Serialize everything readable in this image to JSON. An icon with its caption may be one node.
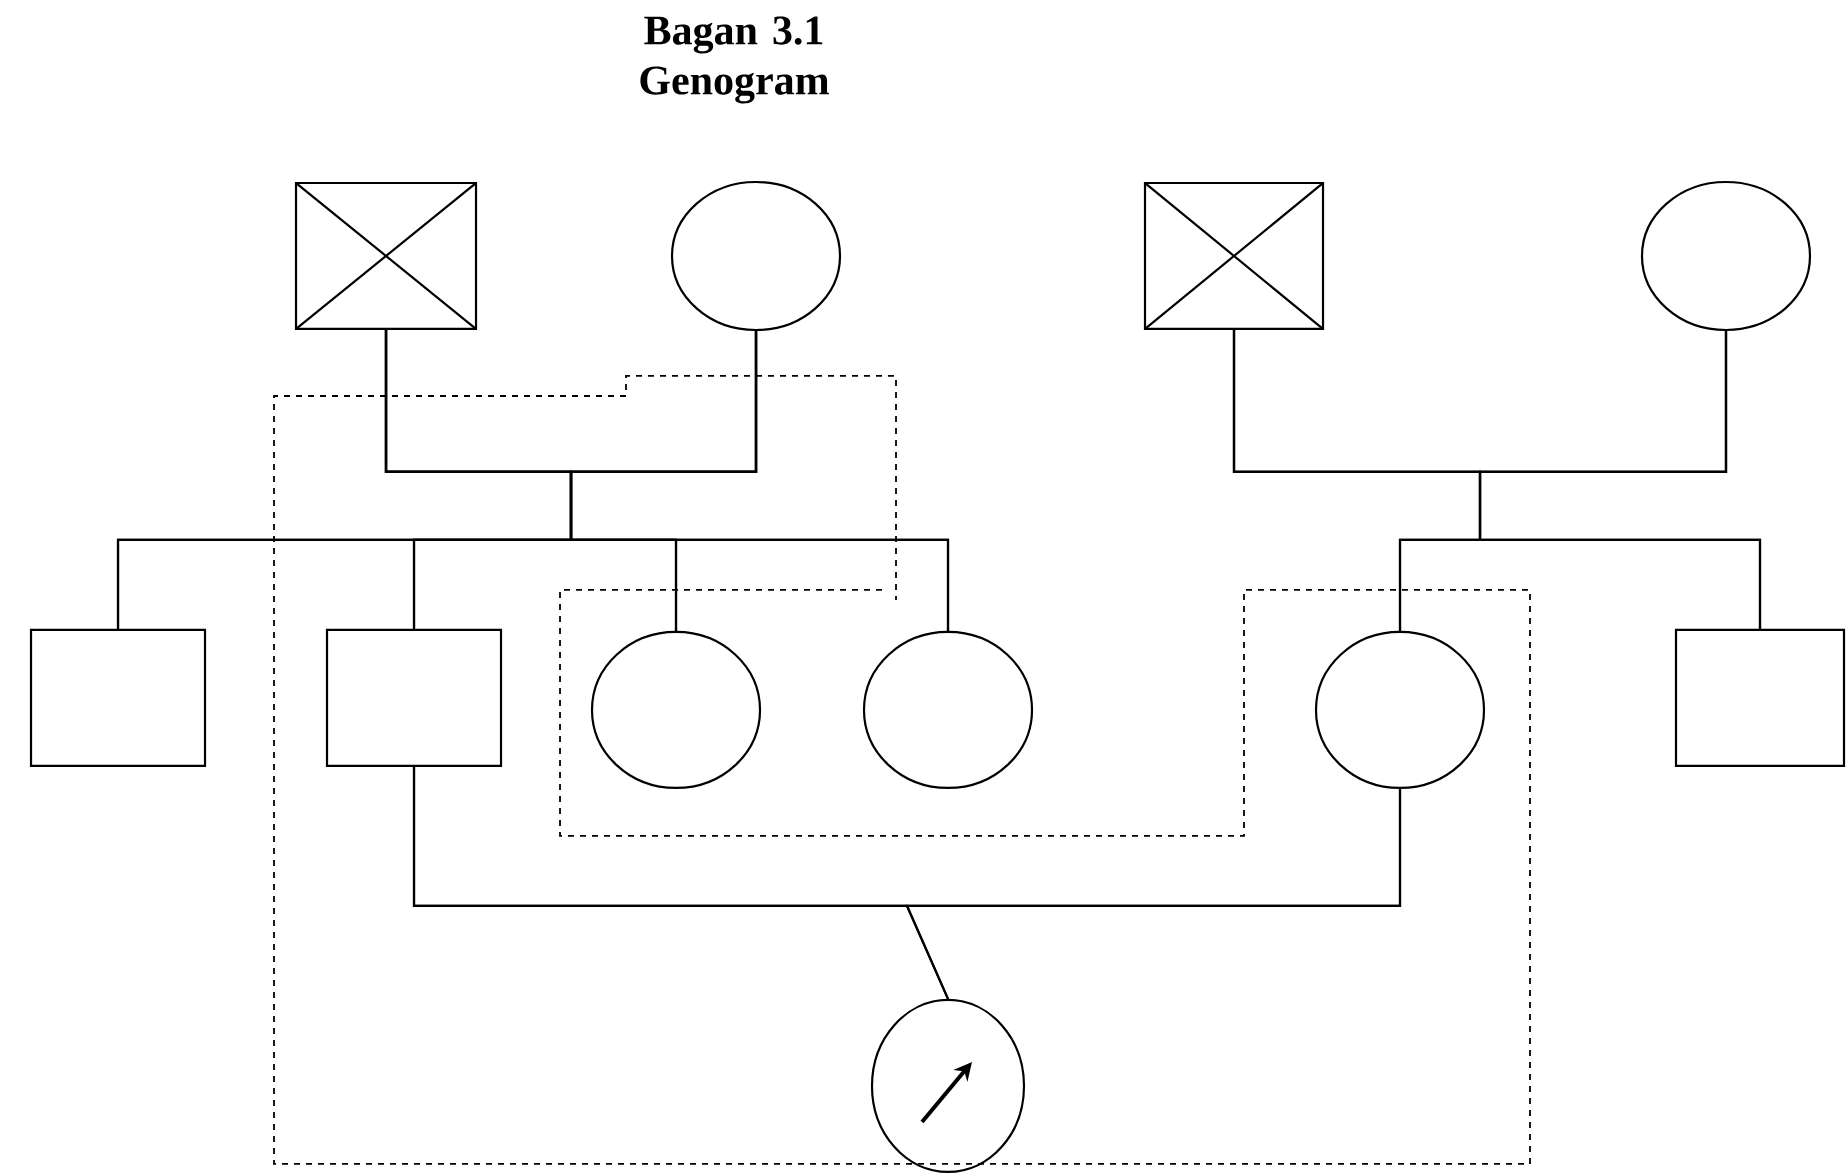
{
  "diagram": {
    "title": "Bagan 3.1 Genogram",
    "nodes": [
      {
        "text": [],
        "shape": "crossed-box"
      },
      {
        "text": [],
        "shape": "circle"
      },
      {
        "text": [],
        "shape": "crossed-box"
      },
      {
        "text": [],
        "shape": "circle"
      },
      {
        "text": [],
        "shape": "box"
      },
      {
        "text": [],
        "shape": "box"
      },
      {
        "text": [],
        "shape": "circle"
      },
      {
        "text": [],
        "shape": "circle"
      },
      {
        "text": [],
        "shape": "circle"
      },
      {
        "text": [],
        "shape": "box"
      },
      {
        "text": [],
        "shape": "circle"
      }
    ],
    "edges": [
      {
        "from": 0,
        "to": 1,
        "arrow": "none"
      },
      {
        "from": 2,
        "to": 3,
        "arrow": "none"
      },
      {
        "from": 5,
        "to": 8,
        "arrow": "none"
      },
      {
        "from": 0,
        "to": 4,
        "arrow": "none"
      },
      {
        "from": 0,
        "to": 5,
        "arrow": "none"
      },
      {
        "from": 0,
        "to": 6,
        "arrow": "none"
      },
      {
        "from": 0,
        "to": 7,
        "arrow": "none"
      },
      {
        "from": 1,
        "to": 4,
        "arrow": "none"
      },
      {
        "from": 1,
        "to": 5,
        "arrow": "none"
      },
      {
        "from": 1,
        "to": 6,
        "arrow": "none"
      },
      {
        "from": 1,
        "to": 7,
        "arrow": "none"
      },
      {
        "from": 2,
        "to": 8,
        "arrow": "none"
      },
      {
        "from": 2,
        "to": 9,
        "arrow": "none"
      },
      {
        "from": 3,
        "to": 8,
        "arrow": "none"
      },
      {
        "from": 3,
        "to": 9,
        "arrow": "none"
      },
      {
        "from": 5,
        "to": 10,
        "arrow": "none"
      },
      {
        "from": 8,
        "to": 10,
        "arrow": "none"
      }
    ]
  }
}
